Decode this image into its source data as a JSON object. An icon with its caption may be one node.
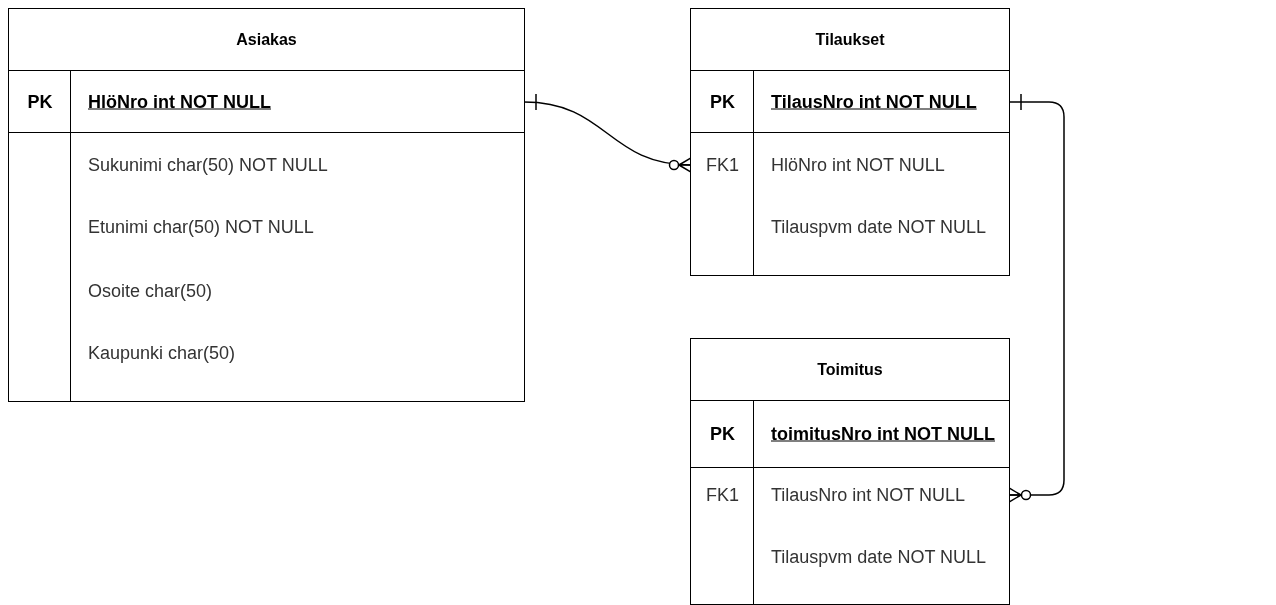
{
  "diagram": {
    "nodes": [
      {
        "text": [
          "Asiakas"
        ]
      },
      {
        "text": [
          "PK",
          "HlöNro int NOT NULL"
        ],
        "in": 0
      },
      {
        "text": [
          "Sukunimi char(50) NOT NULL"
        ],
        "in": 0
      },
      {
        "text": [
          "Etunimi char(50) NOT NULL"
        ],
        "in": 0
      },
      {
        "text": [
          "Osoite char(50)"
        ],
        "in": 0
      },
      {
        "text": [
          "Kaupunki char(50)"
        ],
        "in": 0
      },
      {
        "text": [
          "Tilaukset"
        ]
      },
      {
        "text": [
          "PK",
          "TilausNro int NOT NULL"
        ],
        "in": 6
      },
      {
        "text": [
          "FK1",
          "HlöNro int NOT NULL"
        ],
        "in": 6
      },
      {
        "text": [
          "Tilauspvm date NOT NULL"
        ],
        "in": 6
      },
      {
        "text": [
          "Toimitus"
        ]
      },
      {
        "text": [
          "PK",
          "toimitusNro int NOT NULL"
        ],
        "in": 10
      },
      {
        "text": [
          "FK1",
          "TilausNro int NOT NULL"
        ],
        "in": 10
      },
      {
        "text": [
          "Tilauspvm date NOT NULL"
        ],
        "in": 10
      }
    ],
    "edges": [
      {
        "from": 1,
        "to": 8,
        "arrow": "other"
      },
      {
        "from": 7,
        "to": 12,
        "arrow": "other"
      }
    ]
  }
}
